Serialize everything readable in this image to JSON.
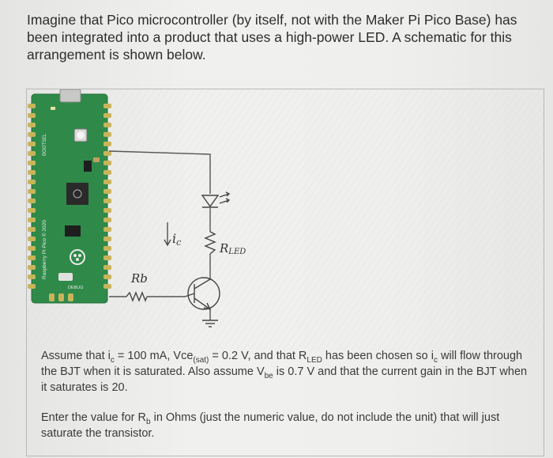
{
  "intro": {
    "text": "Imagine that Pico microcontroller (by itself, not with the Maker Pi Pico Base) has been integrated into a product that uses a high-power LED. A schematic for this arrangement is shown below."
  },
  "figure": {
    "board_silkscreen": "Raspberry Pi Pico © 2020",
    "bootsel_label": "BOOTSEL",
    "debug_label": "DEBUG",
    "label_rb": "Rb",
    "label_ic": "i",
    "label_ic_sub": "c",
    "label_rled": "R",
    "label_rled_sub": "LED"
  },
  "question": {
    "p1_a": "Assume that i",
    "p1_a_sub": "c",
    "p1_b": " = 100 mA, Vce",
    "p1_b_sub": "(sat)",
    "p1_c": " = 0.2 V, and that R",
    "p1_c_sub": "LED",
    "p1_d": " has been chosen so i",
    "p1_d_sub": "c",
    "p1_e": " will flow through the BJT when it is saturated. Also assume V",
    "p1_e_sub": "be",
    "p1_f": " is 0.7 V and that the current gain in the BJT when it saturates is 20.",
    "p2_a": "Enter the value for R",
    "p2_a_sub": "b",
    "p2_b": " in Ohms (just the numeric value, do not include the unit) that will just saturate the transistor."
  },
  "colors": {
    "board_green": "#2f8a4a",
    "pin_gold": "#c9b45a",
    "ink": "#3a3a3a"
  }
}
